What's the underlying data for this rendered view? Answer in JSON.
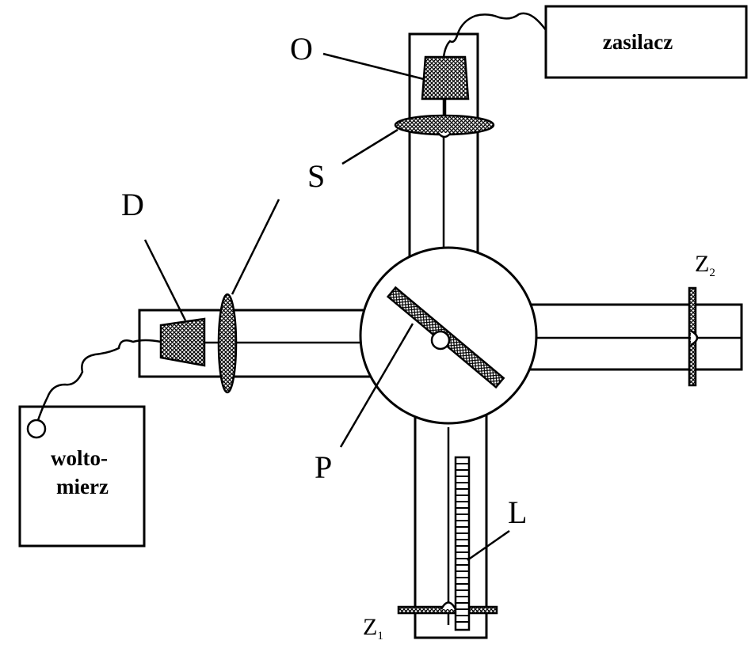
{
  "labels": {
    "O": "O",
    "S": "S",
    "D": "D",
    "P": "P",
    "L": "L",
    "Z1": "Z",
    "Z1_sub": "1",
    "Z2": "Z",
    "Z2_sub": "2"
  },
  "boxes": {
    "power_supply": "zasilacz",
    "voltmeter_line1": "wolto-",
    "voltmeter_line2": "mierz"
  },
  "colors": {
    "line": "#000000",
    "background": "#ffffff"
  }
}
